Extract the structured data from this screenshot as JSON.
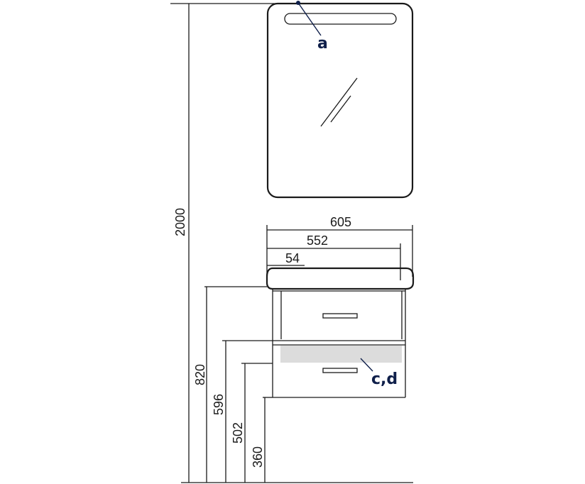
{
  "dimensions": {
    "total_height": "2000",
    "cabinet_height": "820",
    "top_drawer_bottom": "596",
    "bottom_drawer_top": "502",
    "bottom_drawer_bottom": "360",
    "overall_width": "605",
    "inner_width": "552",
    "side_offset": "54"
  },
  "callouts": {
    "mirror_light": "a",
    "drawer_accessory": "c,d"
  },
  "colors": {
    "lines": "#1a1a1a",
    "callout": "#0f1f4a",
    "highlight": "#dcdcdc"
  }
}
